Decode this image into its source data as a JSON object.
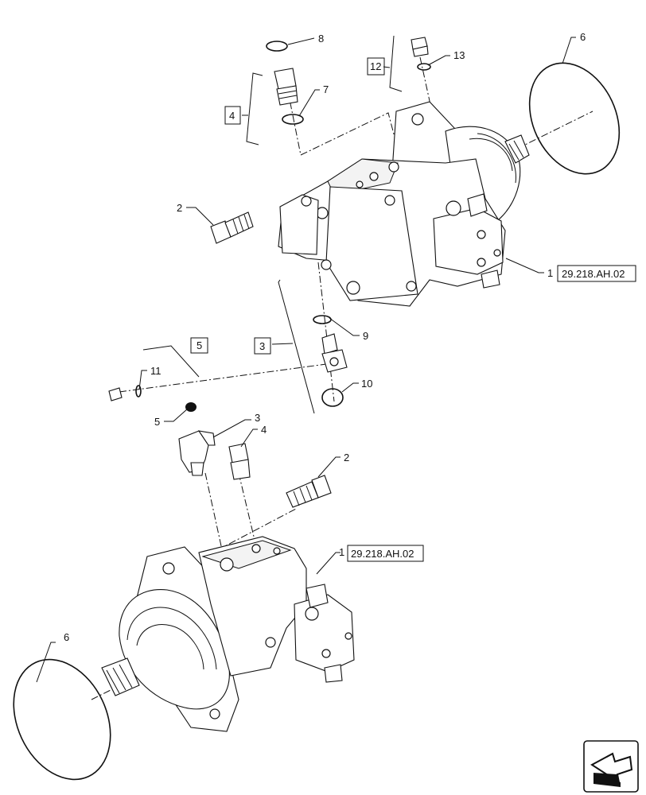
{
  "callouts": {
    "upper_motor": "1",
    "upper_motor_ref": "29.218.AH.02",
    "upper_bolt": "2",
    "fitting_group_box": "3",
    "top_fitting_box": "4",
    "plug_group_box": "5",
    "upper_o_ring_large": "6",
    "top_o_ring_lower": "7",
    "top_o_ring_upper": "8",
    "mid_o_ring_upper": "9",
    "mid_o_ring_lower": "10",
    "plug_seal": "11",
    "cap_group_box": "12",
    "cap_seal": "13",
    "cap_item": "5",
    "elbow_item": "3",
    "adapter_item": "4",
    "lower_bolt": "2",
    "lower_motor": "1",
    "lower_motor_ref": "29.218.AH.02",
    "lower_o_ring_large": "6"
  },
  "icons": {
    "orientation": "orientation-arrow-icon"
  }
}
